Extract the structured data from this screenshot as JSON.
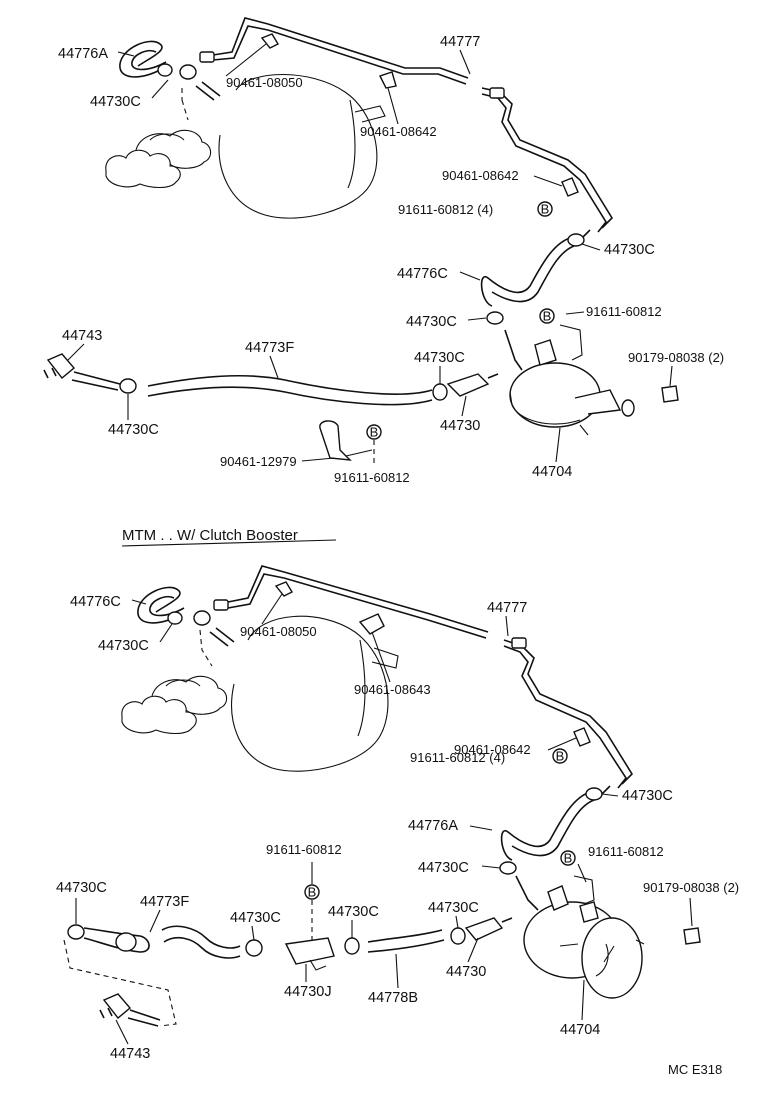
{
  "top": {
    "labels": {
      "p44776A": "44776A",
      "p44730C_a": "44730C",
      "p90461_08050": "90461-08050",
      "p44777": "44777",
      "p90461_08642_a": "90461-08642",
      "p90461_08642_b": "90461-08642",
      "p91611_60812_4": "91611-60812 (4)",
      "p44730C_b": "44730C",
      "p44776C": "44776C",
      "p44730C_c": "44730C",
      "p91611_60812_a": "91611-60812",
      "p44743": "44743",
      "p44773F": "44773F",
      "p44730C_d": "44730C",
      "p90179_08038": "90179-08038 (2)",
      "p44730C_e": "44730C",
      "p44730": "44730",
      "p90461_12979": "90461-12979",
      "p91611_60812_b": "91611-60812",
      "p44704": "44704"
    }
  },
  "subtitle": "MTM . . W/ Clutch Booster",
  "bottom": {
    "labels": {
      "p44776C": "44776C",
      "p44730C_a": "44730C",
      "p90461_08050": "90461-08050",
      "p44777": "44777",
      "p90461_08643": "90461-08643",
      "p90461_08642": "90461-08642",
      "p91611_60812_4": "91611-60812 (4)",
      "p44730C_b": "44730C",
      "p44776A": "44776A",
      "p91611_60812_a": "91611-60812",
      "p44730C_c": "44730C",
      "p90179_08038": "90179-08038 (2)",
      "p44730C_d": "44730C",
      "p44773F": "44773F",
      "p44730C_e": "44730C",
      "p44730C_f": "44730C",
      "p44730C_g": "44730C",
      "p44730J": "44730J",
      "p44778B": "44778B",
      "p44730": "44730",
      "p44743": "44743",
      "p44704": "44704"
    }
  },
  "b_marker": "B",
  "footer_code": "MC E318"
}
